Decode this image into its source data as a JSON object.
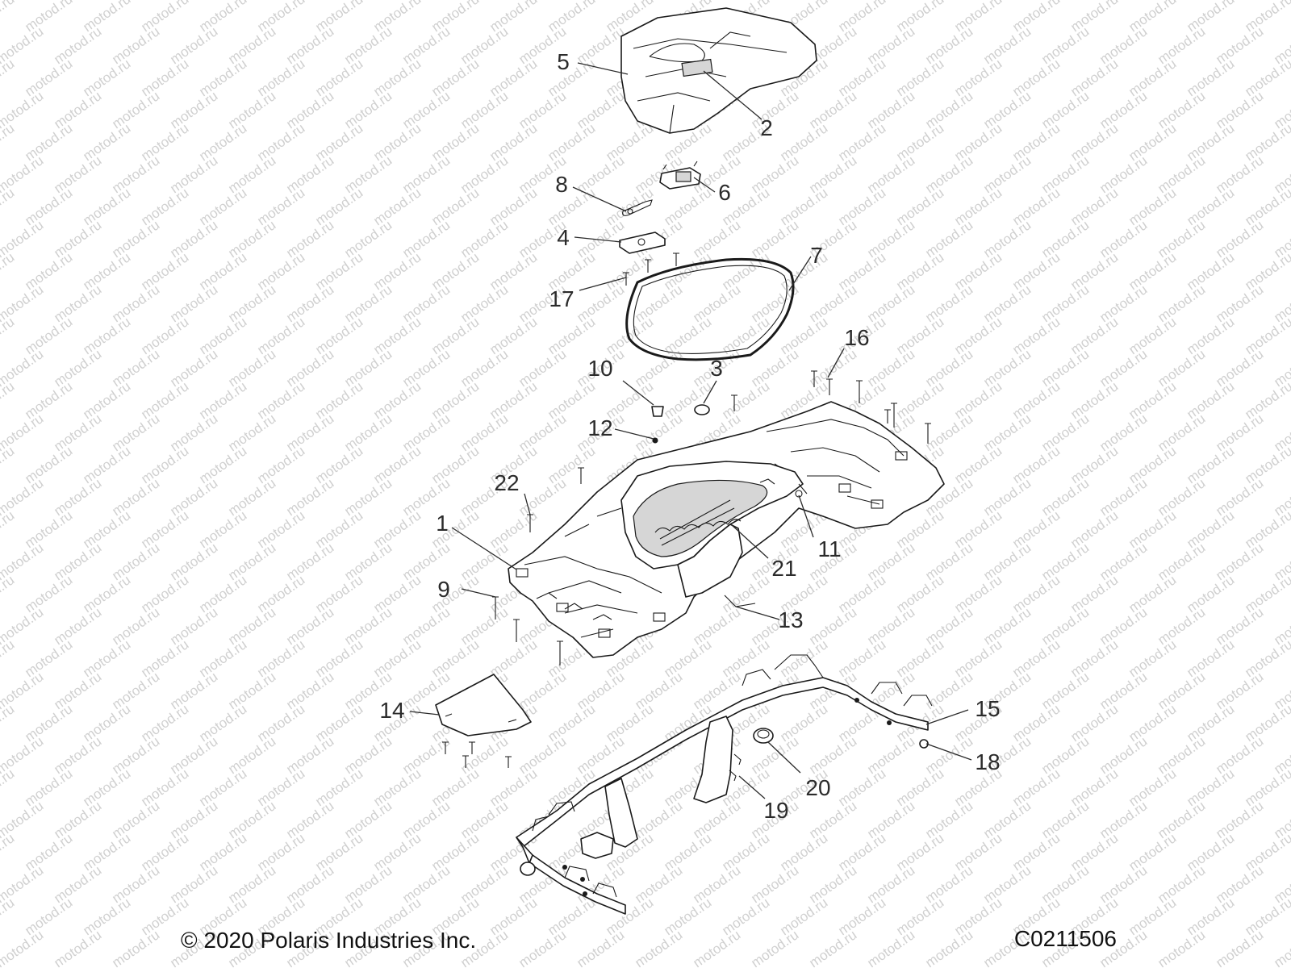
{
  "watermark": "motod.ru",
  "callouts": [
    {
      "label": "5"
    },
    {
      "label": "2"
    },
    {
      "label": "8"
    },
    {
      "label": "6"
    },
    {
      "label": "4"
    },
    {
      "label": "7"
    },
    {
      "label": "17"
    },
    {
      "label": "16"
    },
    {
      "label": "10"
    },
    {
      "label": "3"
    },
    {
      "label": "12"
    },
    {
      "label": "22"
    },
    {
      "label": "1"
    },
    {
      "label": "11"
    },
    {
      "label": "21"
    },
    {
      "label": "9"
    },
    {
      "label": "13"
    },
    {
      "label": "15"
    },
    {
      "label": "14"
    },
    {
      "label": "18"
    },
    {
      "label": "20"
    },
    {
      "label": "19"
    }
  ],
  "footer": {
    "copyright": "© 2020 Polaris Industries Inc.",
    "diagram_code": "C0211506"
  },
  "colors": {
    "line": "#1a1a1a",
    "watermark": "#d0d0d0",
    "shade": "#d6d6d6"
  }
}
